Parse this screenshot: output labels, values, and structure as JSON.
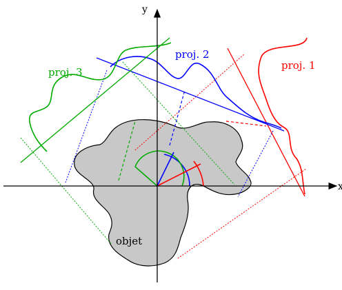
{
  "axes": {
    "x_label": "x",
    "y_label": "y"
  },
  "object": {
    "label": "objet",
    "fill": "#c8c8c8"
  },
  "projections": [
    {
      "label": "proj. 1",
      "color": "#ff0000"
    },
    {
      "label": "proj. 2",
      "color": "#0000ff"
    },
    {
      "label": "proj. 3",
      "color": "#00aa00"
    }
  ]
}
